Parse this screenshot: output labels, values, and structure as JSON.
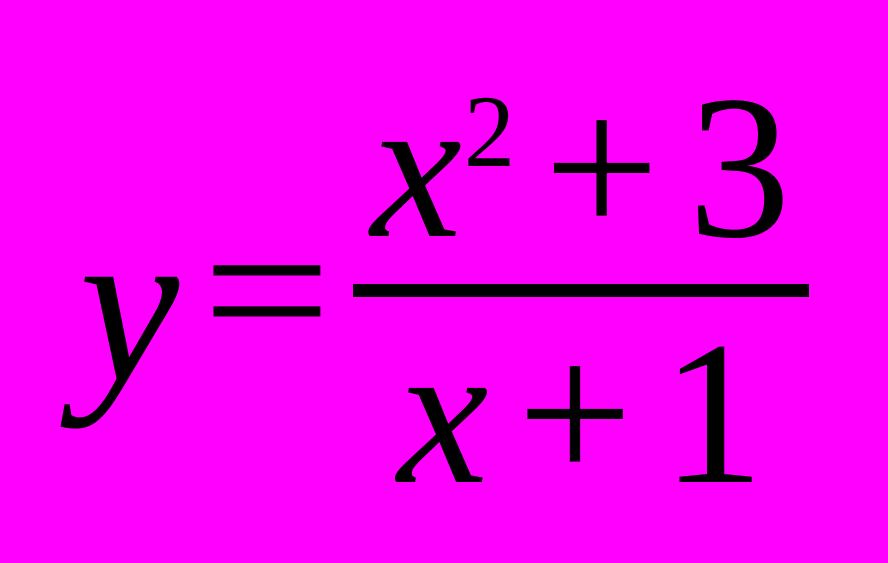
{
  "colors": {
    "background": "#ff00ff",
    "text": "#000000"
  },
  "formula": {
    "plain_text": "y = (x² + 3) / (x + 1)",
    "lhs": "y",
    "equals": "=",
    "numerator": {
      "base": "x",
      "exponent": "2",
      "operator": "+",
      "constant": "3"
    },
    "denominator": {
      "base": "x",
      "operator": "+",
      "constant": "1"
    }
  }
}
